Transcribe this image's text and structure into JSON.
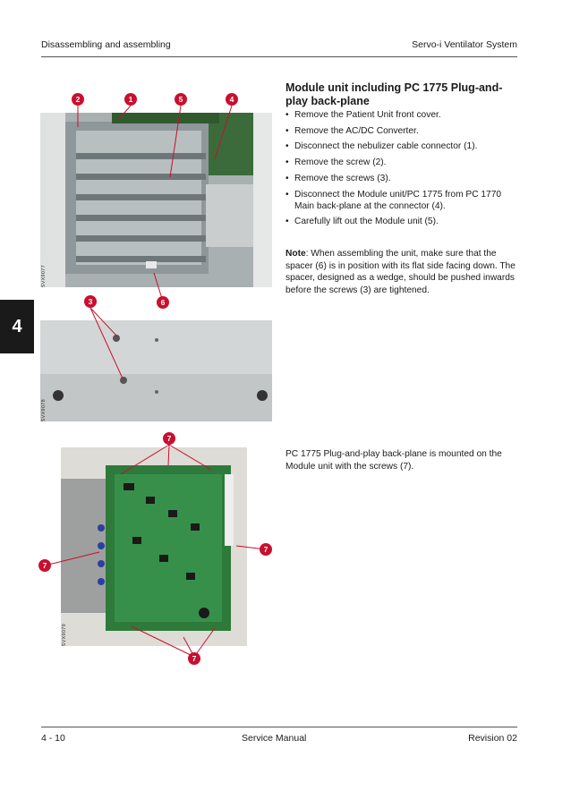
{
  "header": {
    "left": "Disassembling and assembling",
    "right": "Servo-i Ventilator System"
  },
  "footer": {
    "page": "4 - 10",
    "center": "Service Manual",
    "revision": "Revision 02"
  },
  "chapter_tab": "4",
  "section": {
    "title": "Module unit including PC 1775 Plug-and-play back-plane",
    "steps": [
      "Remove the Patient Unit front cover.",
      "Remove the AC/DC Converter.",
      "Disconnect the nebulizer cable connector (1).",
      "Remove the screw (2).",
      "Remove the screws (3).",
      "Disconnect the Module unit/PC 1775 from PC 1770 Main back-plane at the connector (4).",
      "Carefully lift out the Module unit (5)."
    ],
    "note_label": "Note",
    "note_text": ": When assembling the unit, make sure that the spacer (6) is in position with its flat side facing down. The spacer, designed as a wedge, should be pushed inwards before the screws (3) are tightened.",
    "caption2": "PC 1775 Plug-and-play back-plane is mounted on the Module unit with the screws (7)."
  },
  "images": {
    "img1_code": "SVX9077",
    "img2_code": "SVX9078",
    "img3_code": "SVX9079"
  },
  "callouts": {
    "c1": "1",
    "c2": "2",
    "c3": "3",
    "c4": "4",
    "c5": "5",
    "c6": "6",
    "c7": "7"
  },
  "colors": {
    "callout": "#c8102e",
    "tab": "#1a1a1a"
  }
}
